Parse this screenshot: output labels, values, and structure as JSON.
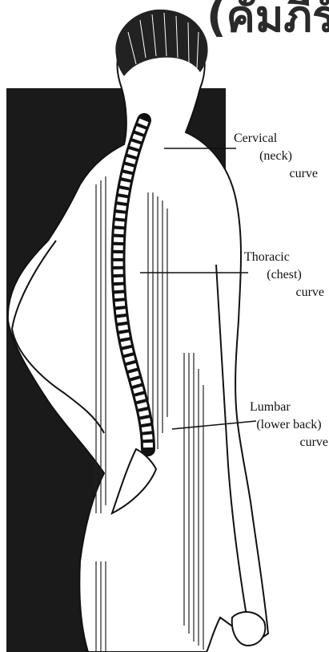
{
  "title_fragment": "(คัมภีร์",
  "labels": {
    "cervical": {
      "name": "Cervical",
      "region": "(neck)",
      "curve": "curve"
    },
    "thoracic": {
      "name": "Thoracic",
      "region": "(chest)",
      "curve": "curve"
    },
    "lumbar": {
      "name": "Lumbar",
      "region": "(lower back)",
      "curve": "curve"
    }
  },
  "colors": {
    "ink": "#111111",
    "background_panel": "#1a1a1a",
    "paper": "#ffffff"
  }
}
